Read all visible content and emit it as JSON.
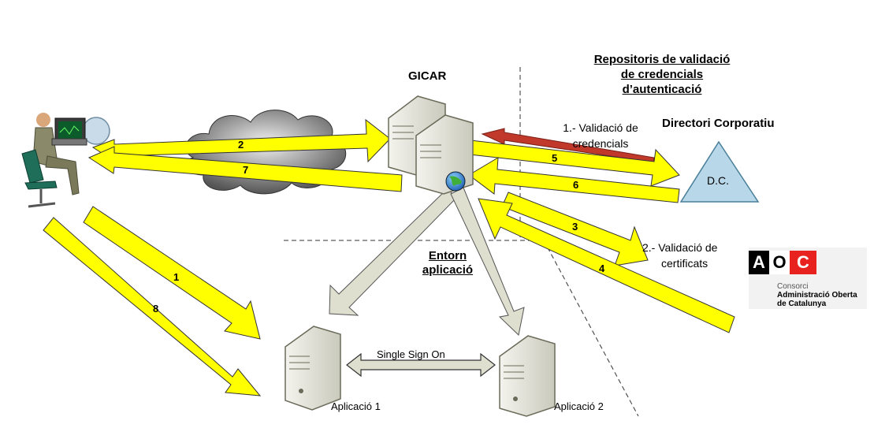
{
  "title_gicar": "GICAR",
  "repositories_title": [
    "Repositoris de validació",
    "de credencials",
    "d’autenticació"
  ],
  "directori_title": "Directori Corporatiu",
  "dc_label": "D.C.",
  "validacio_credencials": [
    "1.- Validació de",
    "credencials"
  ],
  "validacio_certificats": [
    "2.- Validació de",
    "certificats"
  ],
  "entorn": [
    "Entorn",
    "aplicació"
  ],
  "single_sign_on": "Single Sign On",
  "app1": "Aplicació 1",
  "app2": "Aplicació 2",
  "aoc": {
    "letters": [
      "A",
      "O",
      "C"
    ],
    "line1": "Consorci",
    "line2": "Administració Oberta",
    "line3": "de Catalunya"
  },
  "arrow_numbers": [
    "1",
    "2",
    "3",
    "4",
    "5",
    "6",
    "7",
    "8"
  ],
  "colors": {
    "arrow_yellow": "#ffff00",
    "arrow_gray": "#dedfcf",
    "dc_fill": "#b8d8ea",
    "aoc_red": "#e8231f"
  }
}
